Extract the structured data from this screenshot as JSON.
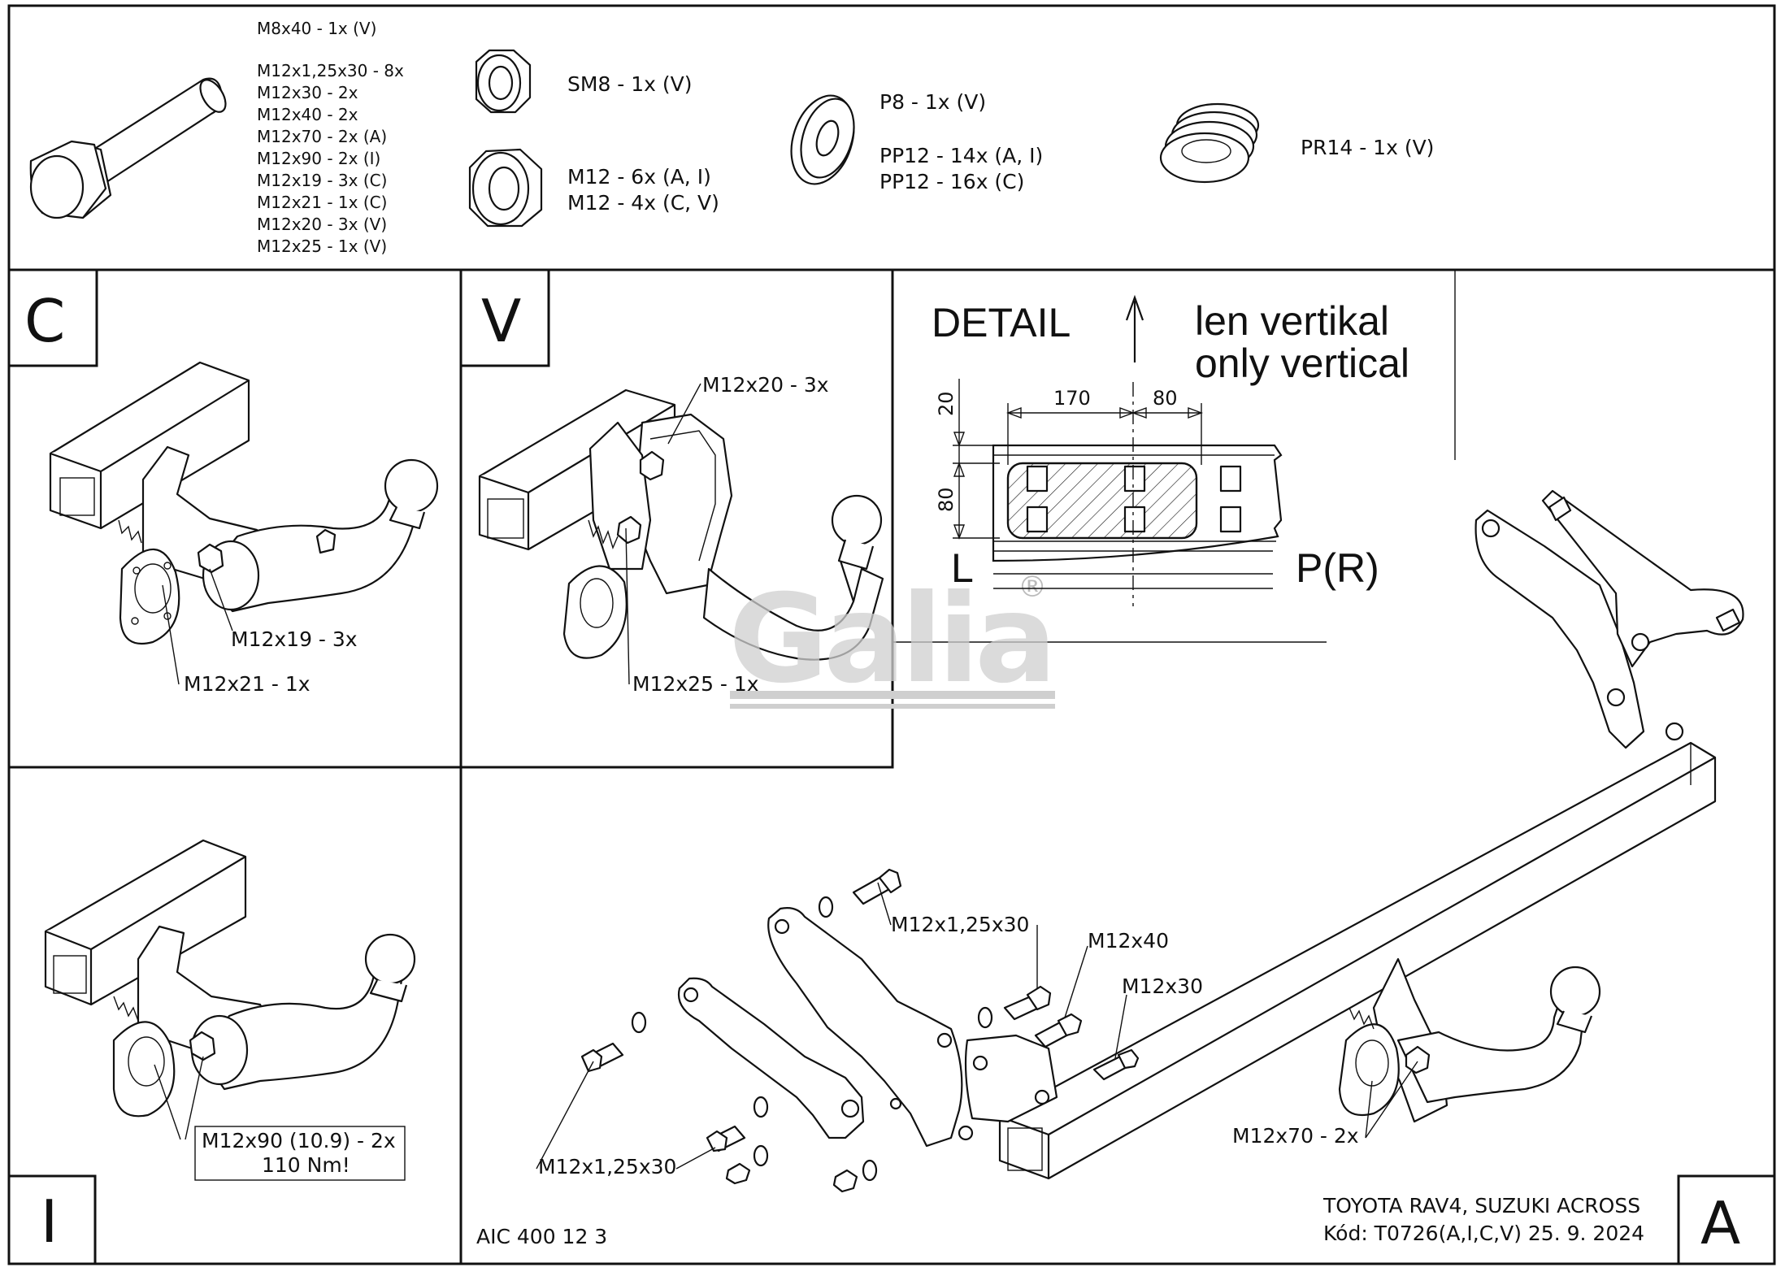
{
  "parts_list": {
    "bolts": [
      "M8x40 - 1x (V)",
      "M12x1,25x30 - 8x",
      "M12x30 - 2x",
      "M12x40 - 2x",
      "M12x70 - 2x (A)",
      "M12x90 - 2x (I)",
      "M12x19 - 3x (C)",
      "M12x21 - 1x (C)",
      "M12x20 - 3x (V)",
      "M12x25 - 1x (V)"
    ],
    "nut_small": "SM8 - 1x (V)",
    "nut_large": [
      "M12 - 6x (A, I)",
      "M12 - 4x (C, V)"
    ],
    "washer_small": "P8 - 1x (V)",
    "washer_large": [
      "PP12 - 14x (A, I)",
      "PP12 - 16x (C)"
    ],
    "spring_washer": "PR14 - 1x (V)"
  },
  "panel_c": {
    "letter": "C",
    "callout_1": "M12x19 - 3x",
    "callout_2": "M12x21 - 1x"
  },
  "panel_v": {
    "letter": "V",
    "callout_1": "M12x20 - 3x",
    "callout_2": "M12x25 - 1x"
  },
  "panel_i": {
    "letter": "I",
    "callout_1": "M12x90 (10.9) - 2x",
    "callout_2": "110 Nm!"
  },
  "detail": {
    "title": "DETAIL",
    "note_1": "len vertikal",
    "note_2": "only vertical",
    "dim_170": "170",
    "dim_80_h": "80",
    "dim_20": "20",
    "dim_80_v": "80",
    "side_left": "L",
    "side_right": "P(R)"
  },
  "watermark": {
    "text": "Galia",
    "registered": "®"
  },
  "main": {
    "letter": "A",
    "callout_m12x125x30_top": "M12x1,25x30",
    "callout_m12x40": "M12x40",
    "callout_m12x30": "M12x30",
    "callout_m12x125x30_bottom": "M12x1,25x30",
    "callout_m12x70": "M12x70 - 2x"
  },
  "footer": {
    "article": "AIC 400 12 3",
    "vehicle": "TOYOTA RAV4, SUZUKI ACROSS",
    "code": "Kód: T0726(A,I,C,V)  25. 9. 2024"
  }
}
